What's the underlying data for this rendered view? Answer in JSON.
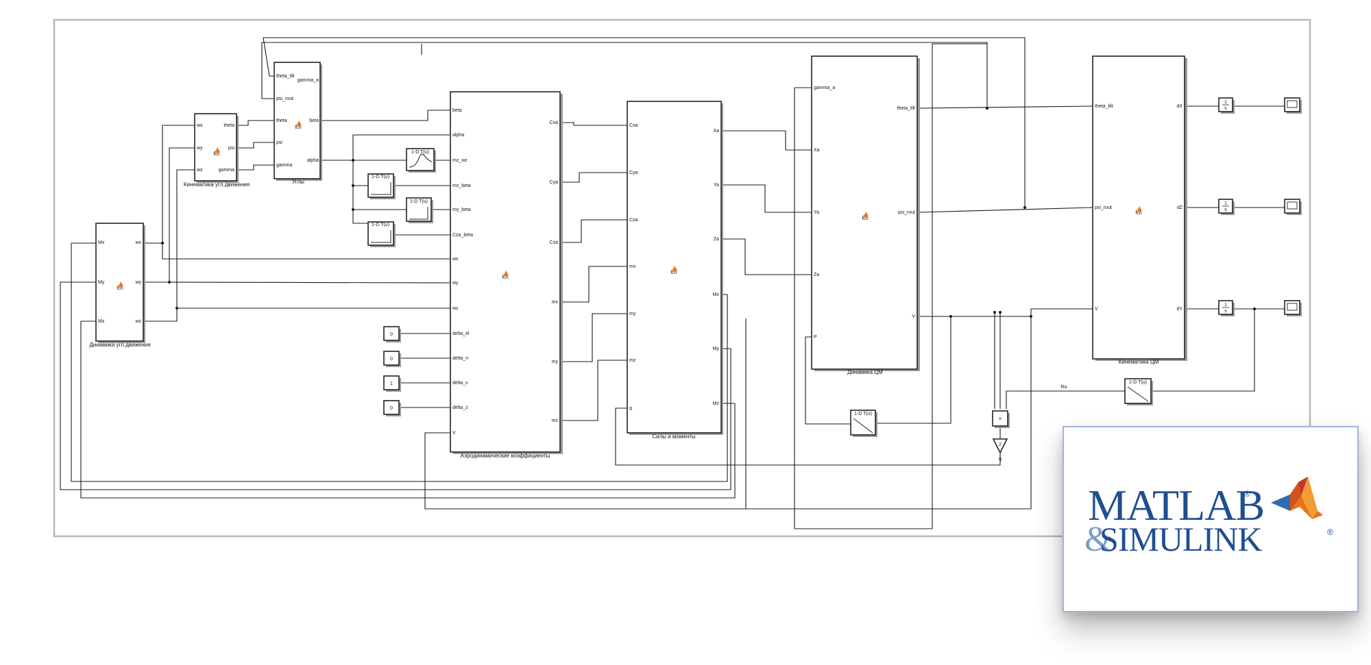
{
  "diagram": {
    "blocks": {
      "dynamics_rot": {
        "caption": "Динамика угл.движения",
        "inputs": [
          "Mx",
          "My",
          "Mz"
        ],
        "outputs": [
          "wx",
          "wy",
          "wz"
        ],
        "center": "fcn"
      },
      "kinematics_rot": {
        "caption": "Кинематика угл.движения",
        "inputs": [
          "wx",
          "wy",
          "wz"
        ],
        "outputs": [
          "theta",
          "psi",
          "gamma"
        ],
        "center": "fcn"
      },
      "angles": {
        "caption": "Углы",
        "inputs": [
          "theta_tilt",
          "psi_rout",
          "theta",
          "psi",
          "gamma"
        ],
        "outputs": [
          "gamma_a",
          "beta",
          "alpha"
        ],
        "center": "fcn"
      },
      "aero": {
        "caption": "Аэродинамические коэффициенты",
        "inputs": [
          "beta",
          "alpha",
          "mz_wz",
          "mx_beta",
          "my_beta",
          "Cza_beta",
          "wx",
          "wy",
          "wz",
          "delta_el",
          "delta_n",
          "delta_v",
          "delta_z",
          "V"
        ],
        "outputs": [
          "Cxa",
          "Cya",
          "Cza",
          "mx",
          "my",
          "mz"
        ],
        "center": "fcn"
      },
      "forces": {
        "caption": "Силы и моменты",
        "inputs": [
          "Cxa",
          "Cya",
          "Cza",
          "mx",
          "my",
          "mz",
          "q"
        ],
        "outputs": [
          "Xa",
          "Ya",
          "Za",
          "Mx",
          "My",
          "Mz"
        ],
        "center": "fcn"
      },
      "dynamics_cm": {
        "caption": "Динамика ЦМ",
        "inputs": [
          "gamma_a",
          "Xa",
          "Ya",
          "Za",
          "P"
        ],
        "outputs": [
          "theta_tilt",
          "psi_rout",
          "V"
        ],
        "center": "fcn"
      },
      "kinematics_cm": {
        "caption": "Кинематика ЦМ",
        "inputs": [
          "theta_tilt",
          "psi_rout",
          "V"
        ],
        "outputs": [
          "dX",
          "dZ",
          "dY"
        ],
        "center": "fcn"
      }
    },
    "lookup_label": "1-D T(u)",
    "constants": [
      "0",
      "0",
      "1",
      "0"
    ],
    "integrator_top": "1",
    "integrator_bottom": "s",
    "product_symbol": "×",
    "gain_value": "2",
    "q_label": "q",
    "ro_label": "Ro"
  },
  "logo": {
    "line1": "MATLAB",
    "ampersand": "&",
    "line2": "SIMULINK",
    "registered": "®",
    "brand_colors": {
      "text": "#1f4e91",
      "membrane": "#e8731e"
    }
  }
}
